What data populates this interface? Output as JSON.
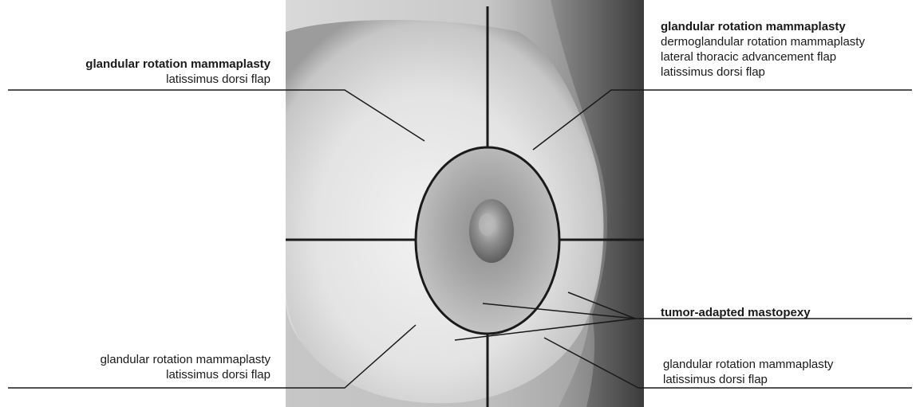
{
  "labels": {
    "upper_outer": {
      "title": "glandular rotation mammaplasty",
      "lines": [
        "latissimus dorsi flap"
      ]
    },
    "upper_inner": {
      "title": "glandular rotation mammaplasty",
      "lines": [
        "dermoglandular rotation mammaplasty",
        "lateral thoracic advancement flap",
        "latissimus dorsi flap"
      ]
    },
    "lower_outer": {
      "lines": [
        "glandular rotation mammaplasty",
        "latissimus dorsi flap"
      ]
    },
    "central_lower": {
      "title": "tumor-adapted mastopexy"
    },
    "lower_inner": {
      "lines": [
        "glandular rotation mammaplasty",
        "latissimus dorsi flap"
      ]
    }
  },
  "colors": {
    "skin_light": "#e9e9e9",
    "skin_mid": "#cfcfcf",
    "skin_dark": "#6e6e6e",
    "line": "#1a1a1a",
    "background": "#ffffff"
  }
}
